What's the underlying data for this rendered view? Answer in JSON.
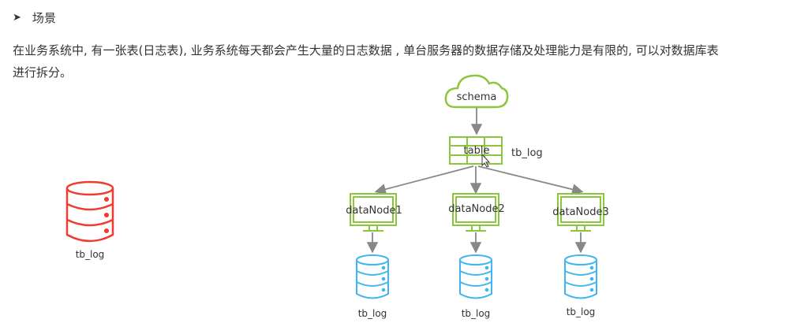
{
  "heading": {
    "bullet_icon": "arrowhead-bullet",
    "text": "场景"
  },
  "paragraph": {
    "line1": "在业务系统中, 有一张表(日志表), 业务系统每天都会产生大量的日志数据 , 单台服务器的数据存储及处理能力是有限的, 可以对数据库表",
    "line2": "进行拆分。"
  },
  "colors": {
    "green": "#8cc63f",
    "red": "#f03c2e",
    "blue": "#3fb6f0",
    "arrow": "#888888",
    "text": "#333333"
  },
  "diagram": {
    "standalone_db": {
      "icon": "database-icon",
      "label": "tb_log"
    },
    "schema": {
      "icon": "cloud-icon",
      "label": "schema"
    },
    "table": {
      "icon": "table-grid-icon",
      "label": "table",
      "side_label": "tb_log"
    },
    "data_nodes": [
      {
        "icon": "monitor-icon",
        "label": "dataNode1",
        "db_label": "tb_log"
      },
      {
        "icon": "monitor-icon",
        "label": "dataNode2",
        "db_label": "tb_log"
      },
      {
        "icon": "monitor-icon",
        "label": "dataNode3",
        "db_label": "tb_log"
      }
    ]
  }
}
